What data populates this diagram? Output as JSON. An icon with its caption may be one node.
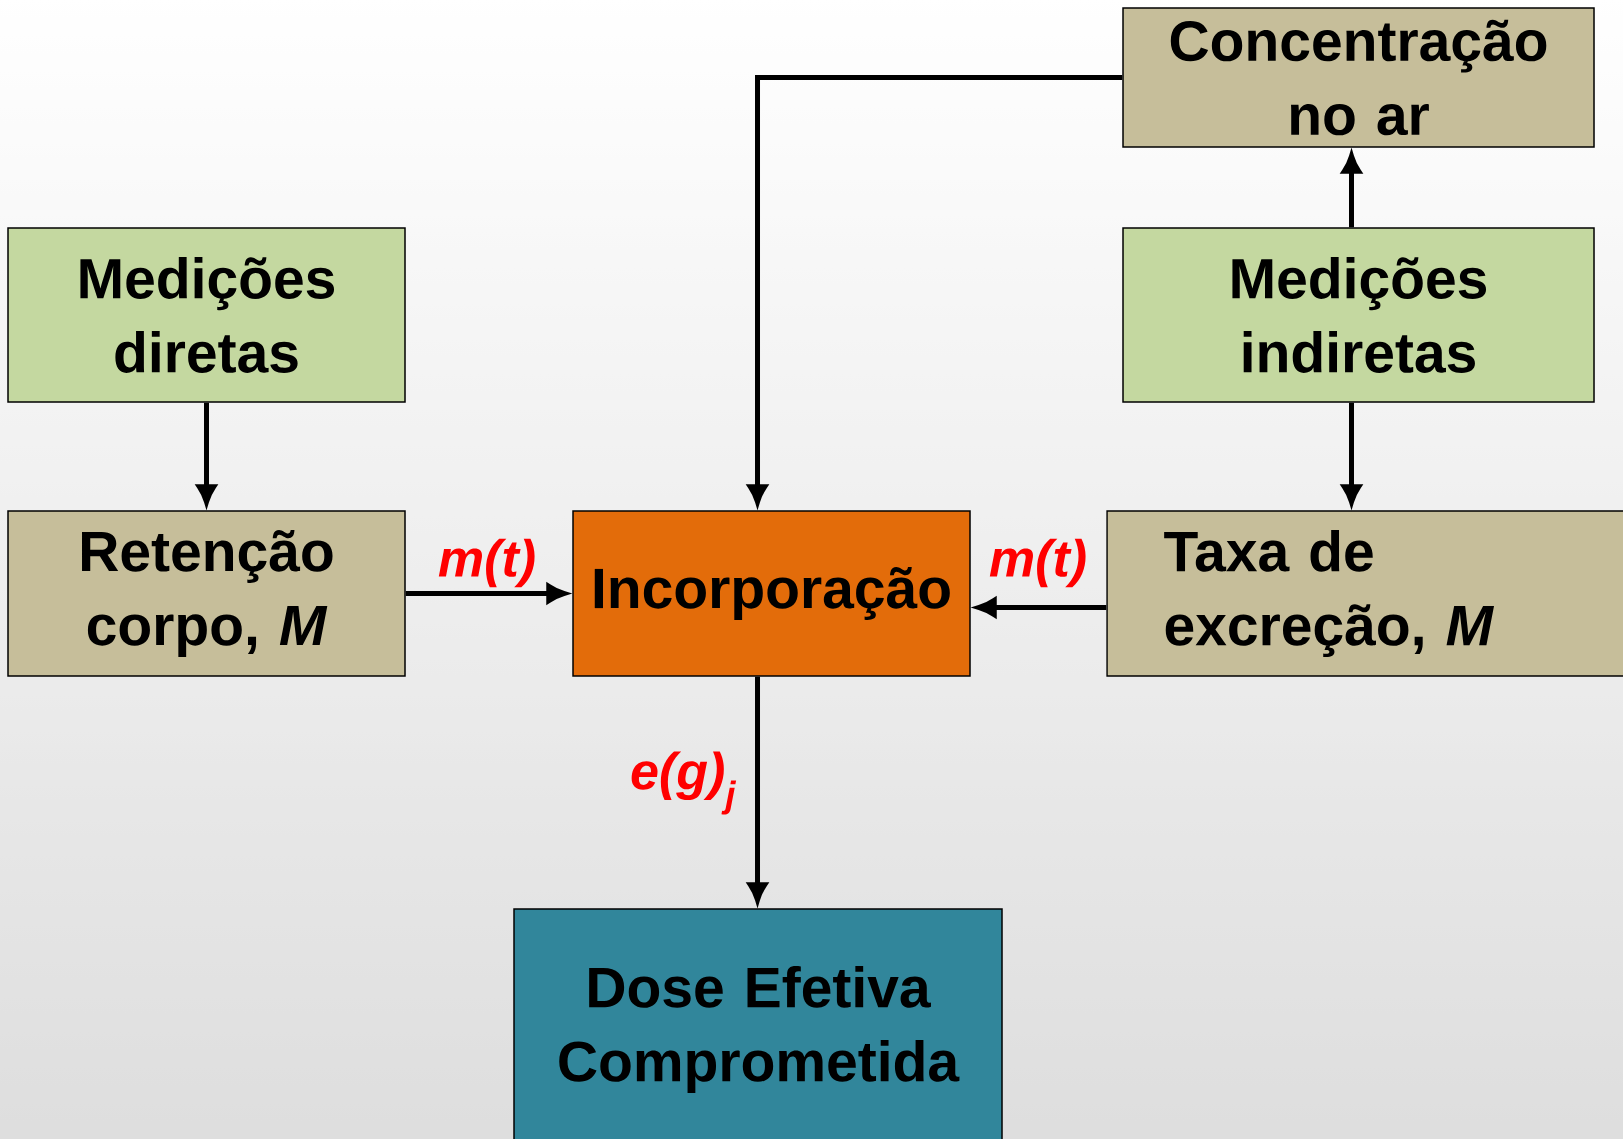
{
  "diagram": {
    "nodes": [
      {
        "text": [
          "Concentração no ar"
        ]
      },
      {
        "text": [
          "Medições diretas"
        ]
      },
      {
        "text": [
          "Medições indiretas"
        ]
      },
      {
        "text": [
          "Retenção corpo, *M*"
        ]
      },
      {
        "text": [
          "Incorporação"
        ]
      },
      {
        "text": [
          "Taxa de excreção, *M*"
        ]
      },
      {
        "text": [
          "Dose Efetiva Comprometida"
        ]
      }
    ],
    "edges": [
      {
        "from": 0,
        "to": 4,
        "arrow": "to"
      },
      {
        "from": 2,
        "to": 0,
        "arrow": "to"
      },
      {
        "from": 1,
        "to": 3,
        "arrow": "to"
      },
      {
        "from": 2,
        "to": 5,
        "arrow": "to"
      },
      {
        "from": 3,
        "to": 4,
        "arrow": "to",
        "label": "m(t)"
      },
      {
        "from": 5,
        "to": 4,
        "arrow": "to",
        "label": "m(t)"
      },
      {
        "from": 4,
        "to": 6,
        "arrow": "to",
        "label": "e(g)$_{j}$"
      }
    ]
  }
}
